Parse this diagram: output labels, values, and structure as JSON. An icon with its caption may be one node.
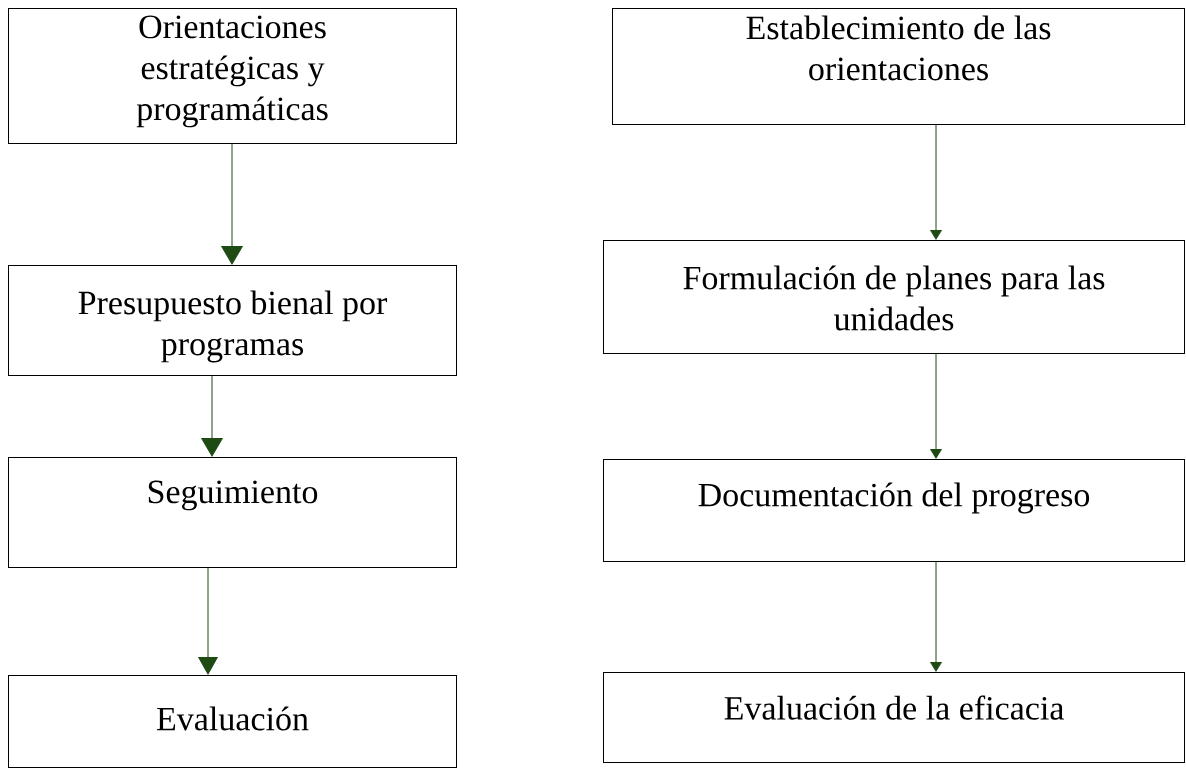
{
  "diagram": {
    "nodes": [
      {
        "text": [
          "Orientaciones estratégicas y programáticas"
        ]
      },
      {
        "text": [
          "Presupuesto bienal por programas"
        ]
      },
      {
        "text": [
          "Seguimiento"
        ]
      },
      {
        "text": [
          "Evaluación"
        ]
      },
      {
        "text": [
          "Establecimiento de las orientaciones"
        ]
      },
      {
        "text": [
          "Formulación de planes para las unidades"
        ]
      },
      {
        "text": [
          "Documentación del progreso"
        ]
      },
      {
        "text": [
          "Evaluación de la eficacia"
        ]
      }
    ],
    "edges": [
      {
        "from": 0,
        "to": 1,
        "arrow": "to"
      },
      {
        "from": 1,
        "to": 2,
        "arrow": "to"
      },
      {
        "from": 2,
        "to": 3,
        "arrow": "to"
      },
      {
        "from": 4,
        "to": 5,
        "arrow": "to"
      },
      {
        "from": 5,
        "to": 6,
        "arrow": "to"
      },
      {
        "from": 6,
        "to": 7,
        "arrow": "to"
      }
    ]
  }
}
